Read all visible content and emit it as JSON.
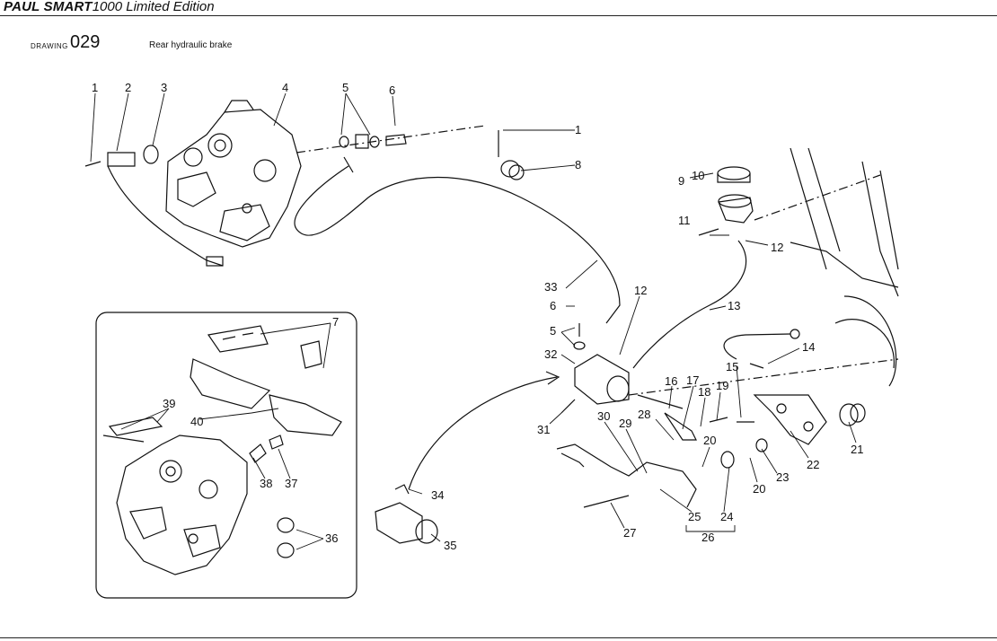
{
  "header": {
    "brand_bold": "PAUL SMART",
    "brand_rest": "1000 Limited Edition"
  },
  "drawing": {
    "label": "DRAWING",
    "number": "029",
    "title": "Rear hydraulic brake"
  },
  "callouts": [
    "1",
    "2",
    "3",
    "4",
    "5",
    "6",
    "1",
    "8",
    "9",
    "10",
    "11",
    "12",
    "33",
    "6",
    "12",
    "13",
    "5",
    "32",
    "14",
    "15",
    "16",
    "17",
    "18",
    "19",
    "28",
    "31",
    "30",
    "29",
    "20",
    "22",
    "21",
    "20",
    "23",
    "25",
    "24",
    "26",
    "27",
    "7",
    "39",
    "40",
    "38",
    "37",
    "34",
    "35",
    "36"
  ]
}
